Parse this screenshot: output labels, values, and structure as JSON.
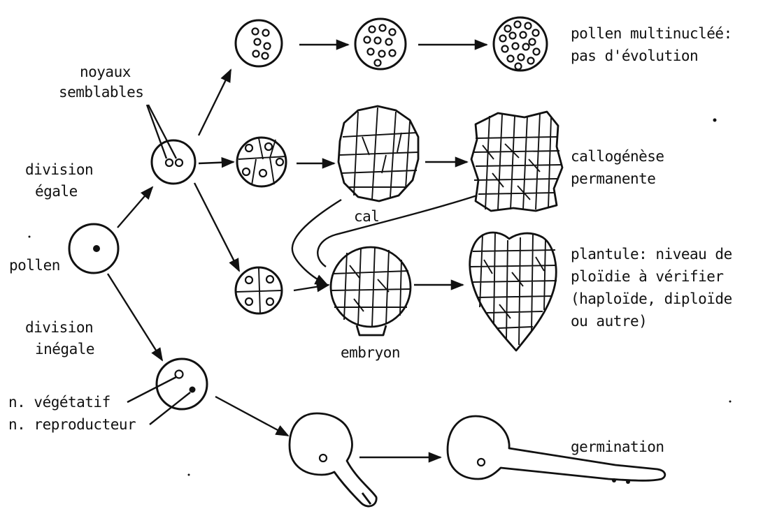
{
  "labels": {
    "noyaux": "noyaux",
    "semblables": "semblables",
    "division_egale_1": "division",
    "division_egale_2": "égale",
    "pollen": "pollen",
    "division_inegale_1": "division",
    "division_inegale_2": "inégale",
    "n_vegetatif": "n. végétatif",
    "n_reproducteur": "n. reproducteur",
    "cal": "cal",
    "embryon": "embryon",
    "multinuclee_1": "pollen multinucléé:",
    "multinuclee_2": "pas d'évolution",
    "callogenese_1": "callogénèse",
    "callogenese_2": "permanente",
    "plantule_1": "plantule: niveau de",
    "plantule_2": "ploïdie à vérifier",
    "plantule_3": "(haploïde, diploïde",
    "plantule_4": "ou autre)",
    "germination": "germination"
  }
}
